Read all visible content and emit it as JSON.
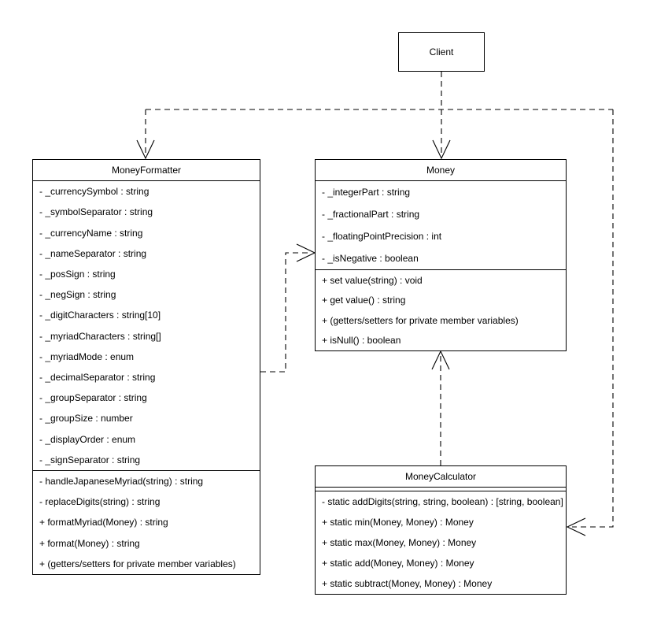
{
  "diagram": {
    "kind": "uml-class-diagram",
    "title": "Money / MoneyFormatter / MoneyCalculator class diagram",
    "stroke_color": "#000000",
    "background_color": "#ffffff"
  },
  "classes": {
    "client": {
      "name": "Client",
      "attributes": [],
      "operations": []
    },
    "money_formatter": {
      "name": "MoneyFormatter",
      "attributes": [
        "- _currencySymbol : string",
        "- _symbolSeparator : string",
        "- _currencyName : string",
        "- _nameSeparator : string",
        "- _posSign : string",
        "- _negSign : string",
        "- _digitCharacters : string[10]",
        "- _myriadCharacters : string[]",
        "- _myriadMode : enum",
        "- _decimalSeparator : string",
        "- _groupSeparator : string",
        "- _groupSize : number",
        "- _displayOrder : enum",
        "- _signSeparator : string"
      ],
      "operations": [
        "- handleJapaneseMyriad(string) : string",
        "- replaceDigits(string) : string",
        "+ formatMyriad(Money) : string",
        "+ format(Money) : string",
        "+ (getters/setters for private member variables)"
      ]
    },
    "money": {
      "name": "Money",
      "attributes": [
        "- _integerPart : string",
        "- _fractionalPart : string",
        "- _floatingPointPrecision : int",
        "- _isNegative : boolean"
      ],
      "operations": [
        "+ set value(string) : void",
        "+ get value() : string",
        "+ (getters/setters for private member variables)",
        "+ isNull() : boolean"
      ]
    },
    "money_calculator": {
      "name": "MoneyCalculator",
      "attributes": [],
      "operations": [
        "- static addDigits(string, string, boolean) : [string, boolean]",
        "+ static min(Money, Money) : Money",
        "+ static max(Money, Money) : Money",
        "+ static add(Money, Money) : Money",
        "+ static subtract(Money, Money) : Money"
      ]
    }
  },
  "relationships": [
    {
      "id": "client-to-moneyformatter",
      "type": "dependency",
      "style": "dashed-open-arrow",
      "from": "Client",
      "to": "MoneyFormatter"
    },
    {
      "id": "client-to-money",
      "type": "dependency",
      "style": "dashed-open-arrow",
      "from": "Client",
      "to": "Money"
    },
    {
      "id": "client-to-moneycalculator",
      "type": "dependency",
      "style": "dashed-open-arrow",
      "from": "Client",
      "to": "MoneyCalculator"
    },
    {
      "id": "moneyformatter-to-money",
      "type": "dependency",
      "style": "dashed-open-arrow",
      "from": "MoneyFormatter",
      "to": "Money"
    },
    {
      "id": "moneycalculator-to-money",
      "type": "dependency",
      "style": "dashed-open-arrow",
      "from": "MoneyCalculator",
      "to": "Money"
    }
  ]
}
